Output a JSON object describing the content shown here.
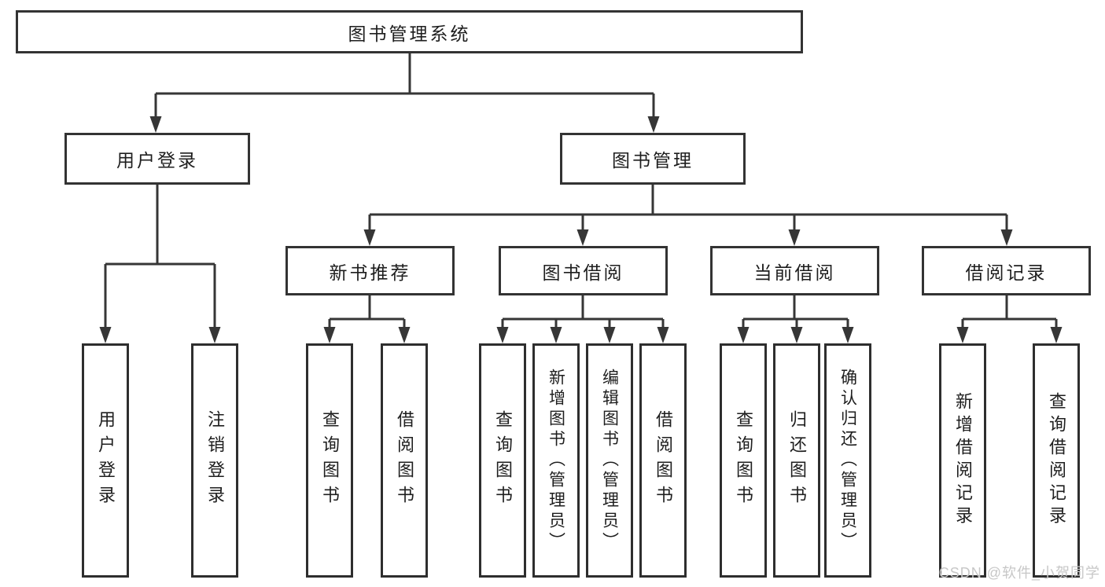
{
  "diagram": {
    "title": "图书管理系统",
    "line_color": "#363636",
    "level2": {
      "user_login": "用户登录",
      "book_mgmt": "图书管理"
    },
    "modules": {
      "new_book": "新书推荐",
      "book_borrow": "图书借阅",
      "current_borrow": "当前借阅",
      "borrow_record": "借阅记录"
    },
    "leaves": {
      "login": "用户登录",
      "logout": "注销登录",
      "nb_query": "查询图书",
      "nb_borrow": "借阅图书",
      "bb_query": "查询图书",
      "bb_add": "新增图书（管理员）",
      "bb_edit": "编辑图书（管理员）",
      "bb_borrow": "借阅图书",
      "cb_query": "查询图书",
      "cb_return": "归还图书",
      "cb_confirm": "确认归还（管理员）",
      "br_add": "新增借阅记录",
      "br_query": "查询借阅记录"
    }
  },
  "watermark": "CSDN @软件_小贺同学"
}
